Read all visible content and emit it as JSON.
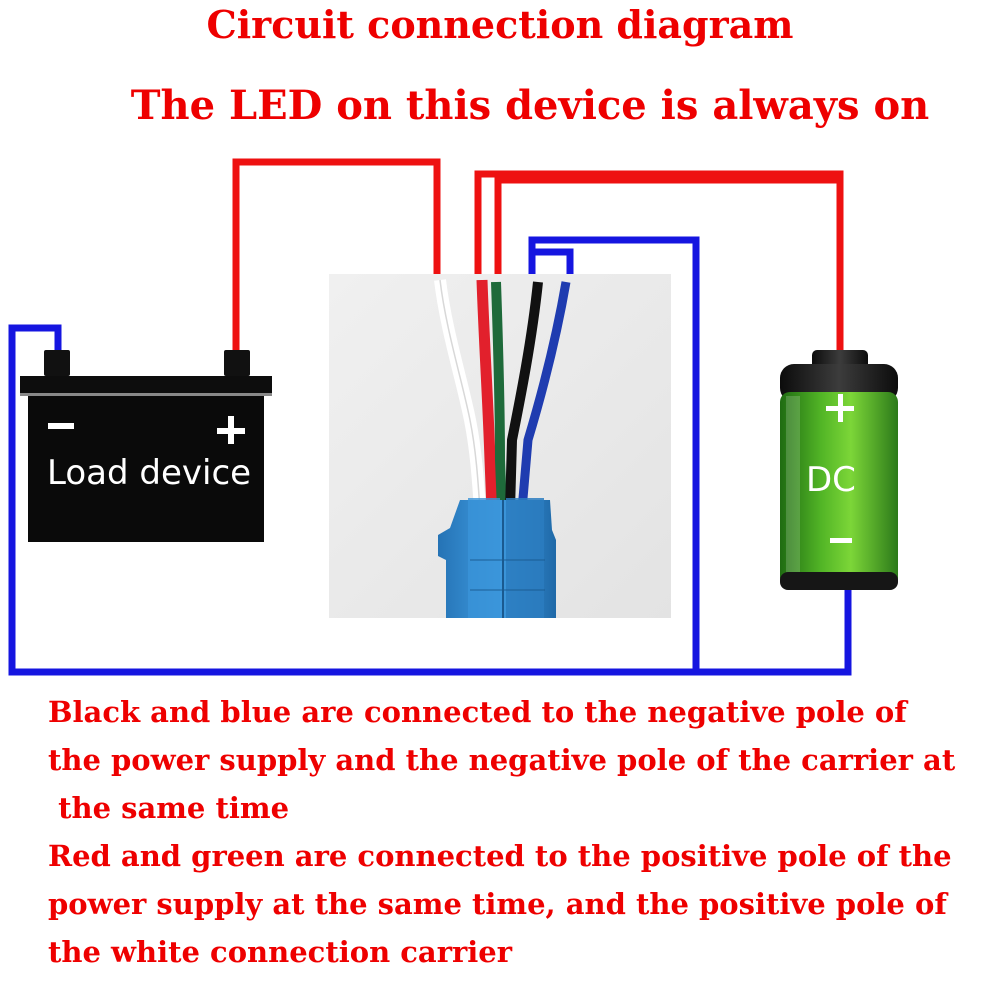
{
  "title": "Circuit connection diagram",
  "subtitle": "The LED on this device is always on",
  "load_device": {
    "label": "Load device",
    "minus": "−",
    "plus": "+"
  },
  "battery": {
    "label": "DC",
    "plus": "+",
    "minus": "−"
  },
  "wire_colors": {
    "positive": "#ee1111",
    "negative": "#1515e0",
    "connector": "#2f86c9"
  },
  "notes": [
    "Black and blue are connected to the negative pole of",
    "the power supply and the negative pole of the carrier at",
    " the same time",
    "Red and green are connected to the positive pole of the",
    "power supply at the same time, and the positive pole of",
    "the white connection carrier"
  ]
}
